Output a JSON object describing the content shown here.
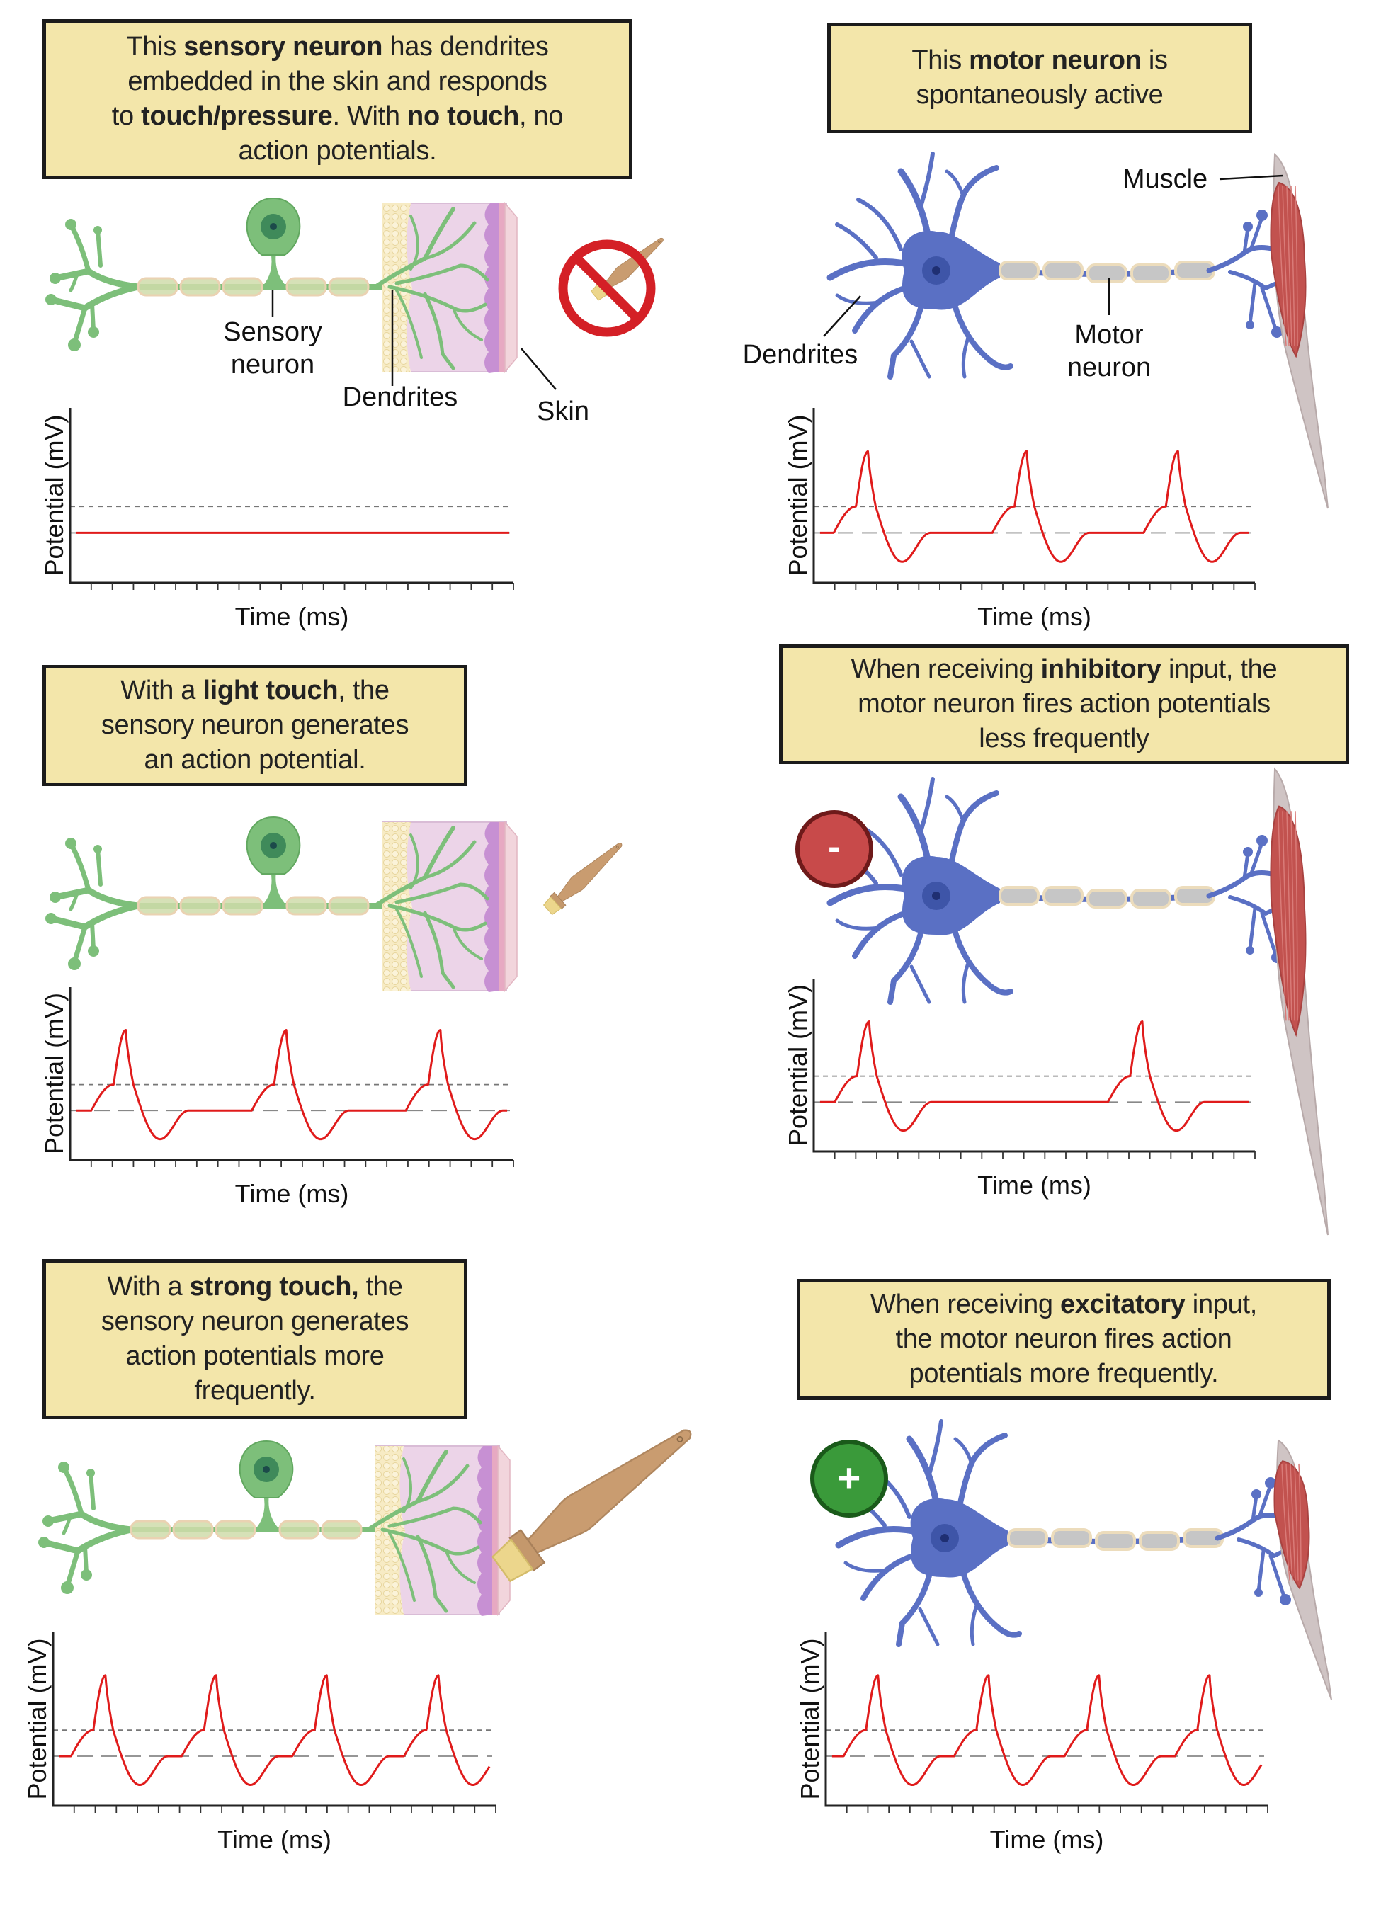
{
  "colors": {
    "box_fill": "#f3e6aa",
    "box_border": "#1b1b1b",
    "sensory_neuron": "#7dbf7a",
    "motor_neuron": "#5a70c4",
    "muscle": "#c2524f",
    "trace": "#e01b1b",
    "inhibitory": "#c84a4a",
    "excitatory": "#3a9a3a"
  },
  "panels": [
    {
      "id": "no-touch",
      "caption": [
        [
          {
            "t": "This ",
            "b": false
          },
          {
            "t": "sensory neuron",
            "b": true
          },
          {
            "t": " has dendrites",
            "b": false
          }
        ],
        [
          {
            "t": "embedded in the skin and responds",
            "b": false
          }
        ],
        [
          {
            "t": "to ",
            "b": false
          },
          {
            "t": "touch/pressure",
            "b": true
          },
          {
            "t": ". With ",
            "b": false
          },
          {
            "t": "no touch",
            "b": true
          },
          {
            "t": ", no",
            "b": false
          }
        ],
        [
          {
            "t": "action potentials.",
            "b": false
          }
        ]
      ],
      "labels": {
        "neuron": [
          "Sensory",
          "neuron"
        ],
        "dendrites": "Dendrites",
        "skin": "Skin"
      },
      "stimulus": "no-brush-icon"
    },
    {
      "id": "spontaneous",
      "caption": [
        [
          {
            "t": "This ",
            "b": false
          },
          {
            "t": "motor neuron",
            "b": true
          },
          {
            "t": " is",
            "b": false
          }
        ],
        [
          {
            "t": "spontaneously active",
            "b": false
          }
        ]
      ],
      "labels": {
        "muscle": "Muscle",
        "dendrites": "Dendrites",
        "neuron": [
          "Motor",
          "neuron"
        ]
      }
    },
    {
      "id": "light-touch",
      "caption": [
        [
          {
            "t": "With a ",
            "b": false
          },
          {
            "t": "light touch",
            "b": true
          },
          {
            "t": ", the",
            "b": false
          }
        ],
        [
          {
            "t": "sensory neuron generates",
            "b": false
          }
        ],
        [
          {
            "t": "an action potential.",
            "b": false
          }
        ]
      ],
      "stimulus": "small-brush-icon"
    },
    {
      "id": "inhibitory",
      "caption": [
        [
          {
            "t": "When receiving ",
            "b": false
          },
          {
            "t": "inhibitory",
            "b": true
          },
          {
            "t": " input, the",
            "b": false
          }
        ],
        [
          {
            "t": "motor neuron fires action potentials",
            "b": false
          }
        ],
        [
          {
            "t": "less frequently",
            "b": false
          }
        ]
      ],
      "input_symbol": "-"
    },
    {
      "id": "strong-touch",
      "caption": [
        [
          {
            "t": "With a ",
            "b": false
          },
          {
            "t": "strong touch,",
            "b": true
          },
          {
            "t": " the",
            "b": false
          }
        ],
        [
          {
            "t": "sensory neuron generates",
            "b": false
          }
        ],
        [
          {
            "t": "action potentials more",
            "b": false
          }
        ],
        [
          {
            "t": "frequently.",
            "b": false
          }
        ]
      ],
      "stimulus": "large-brush-icon"
    },
    {
      "id": "excitatory",
      "caption": [
        [
          {
            "t": "When receiving ",
            "b": false
          },
          {
            "t": "excitatory",
            "b": true
          },
          {
            "t": " input,",
            "b": false
          }
        ],
        [
          {
            "t": "the motor neuron fires action",
            "b": false
          }
        ],
        [
          {
            "t": "potentials more frequently.",
            "b": false
          }
        ]
      ],
      "input_symbol": "+"
    }
  ],
  "chart_data": [
    {
      "type": "line",
      "panel": "no-touch",
      "xlabel": "Time (ms)",
      "ylabel": "Potential (mV)",
      "x_ticks": 21,
      "xlim": [
        0,
        21
      ],
      "ylim": [
        -1.9,
        4.75
      ],
      "levels": {
        "rest": 0,
        "threshold": 1,
        "peak": 3.1,
        "trough": -1.1
      },
      "spike_onsets": [],
      "grid": false
    },
    {
      "type": "line",
      "panel": "spontaneous",
      "xlabel": "Time (ms)",
      "ylabel": "Potential (mV)",
      "x_ticks": 21,
      "xlim": [
        0,
        21
      ],
      "ylim": [
        -1.9,
        4.75
      ],
      "levels": {
        "rest": 0,
        "threshold": 1,
        "peak": 3.1,
        "trough": -1.1
      },
      "spike_onsets": [
        0.95,
        8.5,
        15.7
      ],
      "grid": false
    },
    {
      "type": "line",
      "panel": "light-touch",
      "xlabel": "Time (ms)",
      "ylabel": "Potential (mV)",
      "x_ticks": 21,
      "xlim": [
        0,
        21
      ],
      "ylim": [
        -1.9,
        4.75
      ],
      "levels": {
        "rest": 0,
        "threshold": 1,
        "peak": 3.1,
        "trough": -1.1
      },
      "spike_onsets": [
        1.0,
        8.6,
        15.9
      ],
      "grid": false
    },
    {
      "type": "line",
      "panel": "inhibitory",
      "xlabel": "Time (ms)",
      "ylabel": "Potential (mV)",
      "x_ticks": 21,
      "xlim": [
        0,
        21
      ],
      "ylim": [
        -1.9,
        4.75
      ],
      "levels": {
        "rest": 0,
        "threshold": 1,
        "peak": 3.1,
        "trough": -1.1
      },
      "spike_onsets": [
        1.0,
        14.0
      ],
      "grid": false
    },
    {
      "type": "line",
      "panel": "strong-touch",
      "xlabel": "Time (ms)",
      "ylabel": "Potential (mV)",
      "x_ticks": 21,
      "xlim": [
        0,
        21
      ],
      "ylim": [
        -1.9,
        4.75
      ],
      "levels": {
        "rest": 0,
        "threshold": 1,
        "peak": 3.1,
        "trough": -1.1
      },
      "spike_onsets": [
        0.85,
        6.1,
        11.35,
        16.65
      ],
      "grid": false
    },
    {
      "type": "line",
      "panel": "excitatory",
      "xlabel": "Time (ms)",
      "ylabel": "Potential (mV)",
      "x_ticks": 21,
      "xlim": [
        0,
        21
      ],
      "ylim": [
        -1.9,
        4.75
      ],
      "levels": {
        "rest": 0,
        "threshold": 1,
        "peak": 3.1,
        "trough": -1.1
      },
      "spike_onsets": [
        0.85,
        6.1,
        11.35,
        16.6
      ],
      "grid": false
    }
  ]
}
